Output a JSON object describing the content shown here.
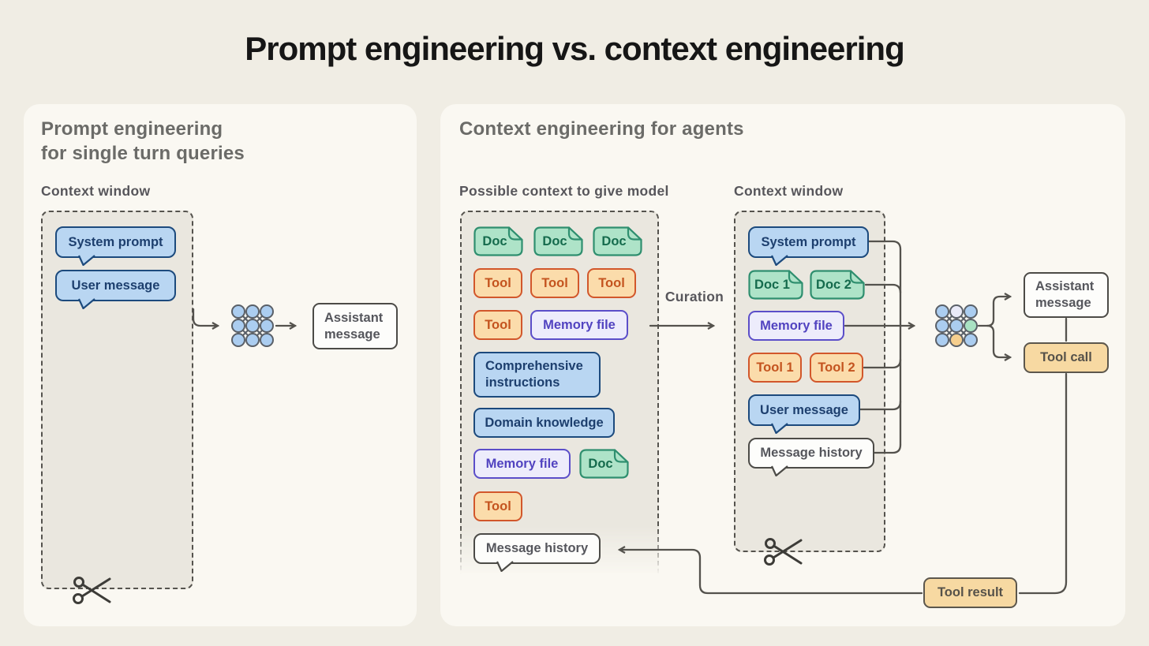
{
  "title": "Prompt engineering vs. context engineering",
  "icons": {
    "model_icon": "neural-network-icon",
    "truncation_icon": "scissors-icon"
  },
  "left_panel": {
    "heading_line1": "Prompt engineering",
    "heading_line2": "for single turn queries",
    "context_window_label": "Context window",
    "system_prompt": "System prompt",
    "user_message": "User message",
    "assistant_message": "Assistant message"
  },
  "right_panel": {
    "heading": "Context engineering for agents",
    "possible_context_label": "Possible context to give model",
    "context_window_label": "Context window",
    "curation_label": "Curation",
    "possible_context": {
      "docs": [
        "Doc",
        "Doc",
        "Doc"
      ],
      "tools": [
        "Tool",
        "Tool",
        "Tool"
      ],
      "tool_single_1": "Tool",
      "memory_file_1": "Memory file",
      "comprehensive_instructions": "Comprehensive instructions",
      "domain_knowledge": "Domain knowledge",
      "memory_file_2": "Memory file",
      "doc_single": "Doc",
      "tool_single_2": "Tool",
      "message_history": "Message history"
    },
    "context_window": {
      "system_prompt": "System prompt",
      "doc_1": "Doc 1",
      "doc_2": "Doc 2",
      "memory_file": "Memory file",
      "tool_1": "Tool 1",
      "tool_2": "Tool 2",
      "user_message": "User message",
      "message_history": "Message history"
    },
    "outputs": {
      "assistant_message": "Assistant message",
      "tool_call": "Tool call",
      "tool_result": "Tool result"
    }
  },
  "colors": {
    "page_bg": "#f0ede4",
    "card_bg": "#faf8f2",
    "zone_fill": "#eae7df",
    "dash_color": "#55534e",
    "line_color": "#54524d",
    "title_text": "#161616",
    "heading_text": "#6b6b68",
    "label_text": "#57565b",
    "blue_fill": "#b9d6f2",
    "blue_border": "#1c4a7d",
    "blue_text": "#1d3f6e",
    "green_fill": "#aee3c8",
    "green_border": "#2f8f6f",
    "green_text": "#156b4d",
    "orange_fill": "#fbdcab",
    "orange_border": "#d2572b",
    "orange_text": "#c4541f",
    "purple_fill": "#edecfb",
    "purple_border": "#5b4ec9",
    "purple_text": "#5143c0",
    "white_fill": "#fdfdfb",
    "white_border": "#4c4b47",
    "white_text": "#55565c",
    "tan_fill": "#f7d9a2",
    "tan_border": "#5c574d",
    "tan_text": "#56524a",
    "nn_blue": "#abcdf0",
    "nn_lavender": "#e9eaf8",
    "nn_green": "#a9e2c3",
    "nn_orange": "#f6cf8e",
    "nn_stroke": "#5a6068"
  }
}
